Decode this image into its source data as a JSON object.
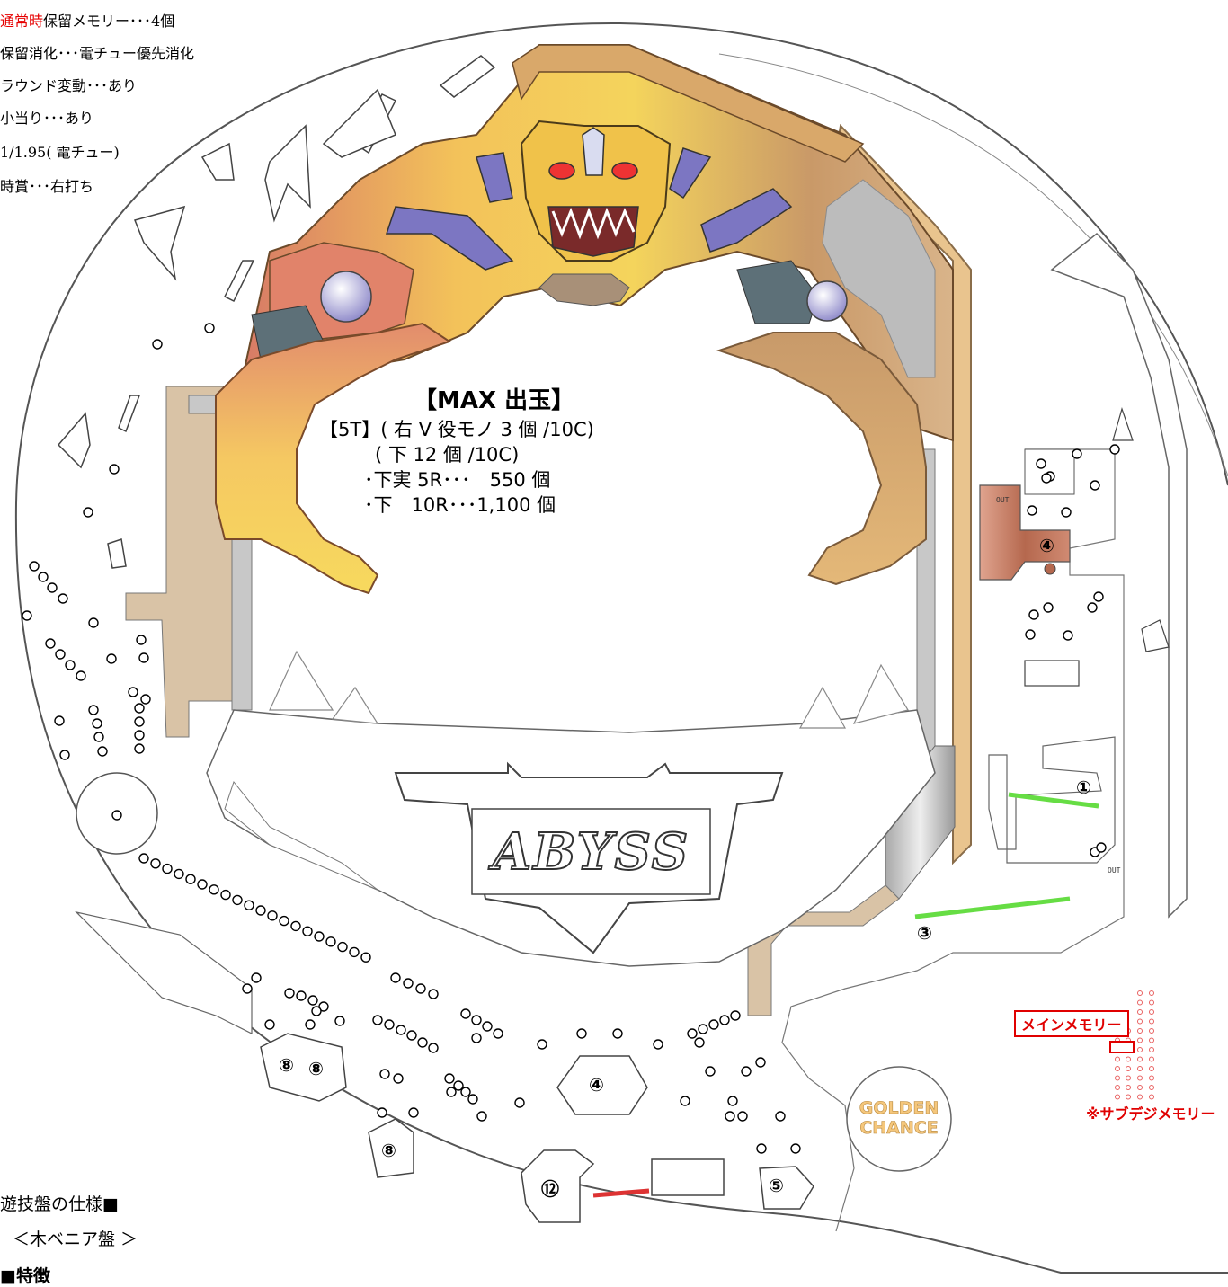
{
  "specs": {
    "line1_red": "通常時",
    "line1_rest": "保留メモリー･･･4個",
    "line2": "保留消化･･･電チュー優先消化",
    "line3": "ラウンド変動･･･あり",
    "line4": "小当り･･･あり",
    "line5": "1/1.95( 電チュー)",
    "line6": "時賞･･･右打ち"
  },
  "bottom": {
    "line1": "遊技盤の仕様■",
    "line2": "＜木ベニア盤 ＞",
    "line3": "■特徴"
  },
  "max_payout": {
    "title": "【MAX 出玉】",
    "line1": "【5T】( 右 V 役モノ 3 個 /10C)",
    "line2": "( 下 12 個 /10C)",
    "line3": "･下実 5R･･･　550 個",
    "line4": "･下　10R･･･1,100 個"
  },
  "pockets": {
    "p1": "①",
    "p3": "③",
    "p4_right": "④",
    "p4_center": "④",
    "p5": "⑤",
    "p8a": "⑧",
    "p8b": "⑧",
    "p8c": "⑧",
    "p12": "⑫"
  },
  "board_text": {
    "logo": "ABYSS",
    "golden_line1": "GOLDEN",
    "golden_line2": "CHANCE",
    "out_top": "OUT",
    "out_right": "OUT"
  },
  "memory": {
    "main": "メインメモリー",
    "sub": "※サブデジメモリー"
  },
  "colors": {
    "green_guide": "#66dd44",
    "red_guide": "#dd3333",
    "red_text": "#e00000",
    "grey_rail": "#c8c8c8",
    "tan_rail": "#d9c3a6"
  }
}
